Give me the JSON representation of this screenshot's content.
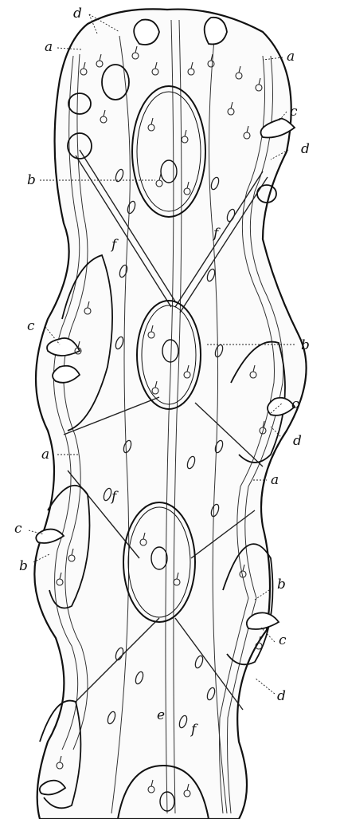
{
  "figure": {
    "colors": {
      "ink": "#111111",
      "paper": "#ffffff",
      "hatch": "#444444"
    },
    "labels": {
      "d_top_left": "d",
      "a_top_left": "a",
      "a_top_right": "a",
      "c_upper_right": "c",
      "d_upper_right": "d",
      "b_upper_left": "b",
      "f_upper_left": "f",
      "f_upper_center": "f",
      "c_left": "c",
      "b_center_right": "b",
      "c_right": "c",
      "d_right": "d",
      "a_mid_left": "a",
      "f_mid": "f",
      "a_mid_right": "a",
      "c_lower_left": "c",
      "b_lower_left": "b",
      "b_lower_right": "b",
      "c_lower_right": "c",
      "d_lower_right": "d",
      "e_bottom": "e",
      "f_bottom": "f"
    }
  }
}
